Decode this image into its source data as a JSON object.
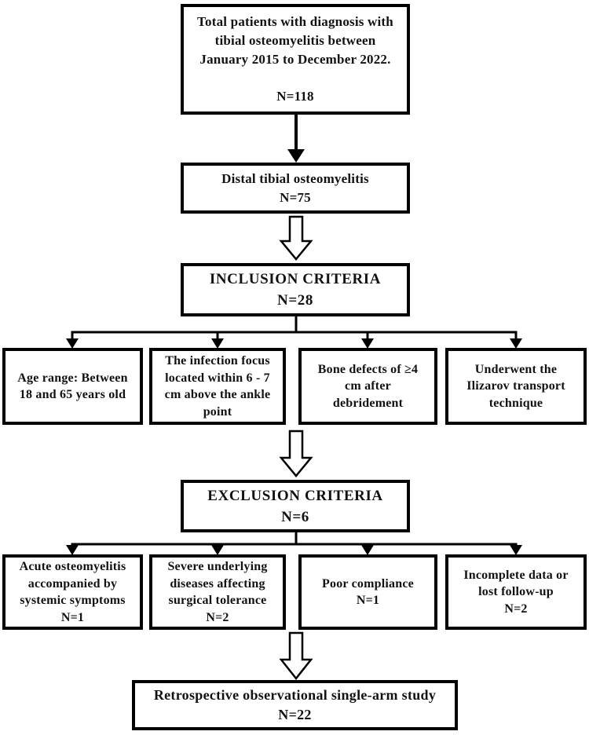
{
  "figure": {
    "type": "flowchart",
    "colors": {
      "border": "#000000",
      "background": "#ffffff",
      "text": "#121212"
    }
  },
  "flowchart": {
    "total": {
      "text": "Total patients with diagnosis with\ntibial osteomyelitis between\nJanuary 2015 to December 2022.",
      "n": "N=118"
    },
    "distal": {
      "text": "Distal tibial osteomyelitis",
      "n": "N=75"
    },
    "inclusion": {
      "title": "INCLUSION CRITERIA",
      "n": "N=28"
    },
    "inclusion_items": [
      {
        "text": "Age range: Between\n18 and 65 years old"
      },
      {
        "text": "The infection focus\nlocated within 6 - 7\ncm above the ankle\npoint"
      },
      {
        "text": "Bone defects of ≥4\ncm after\ndebridement"
      },
      {
        "text": "Underwent the\nIlizarov transport\ntechnique"
      }
    ],
    "exclusion": {
      "title": "EXCLUSION CRITERIA",
      "n": "N=6"
    },
    "exclusion_items": [
      {
        "text": "Acute osteomyelitis\naccompanied by\nsystemic symptoms",
        "n": "N=1"
      },
      {
        "text": "Severe underlying\ndiseases affecting\nsurgical tolerance",
        "n": "N=2"
      },
      {
        "text": "Poor compliance",
        "n": "N=1"
      },
      {
        "text": "Incomplete data or\nlost follow-up",
        "n": "N=2"
      }
    ],
    "final": {
      "text": "Retrospective observational single-arm study",
      "n": "N=22"
    }
  }
}
